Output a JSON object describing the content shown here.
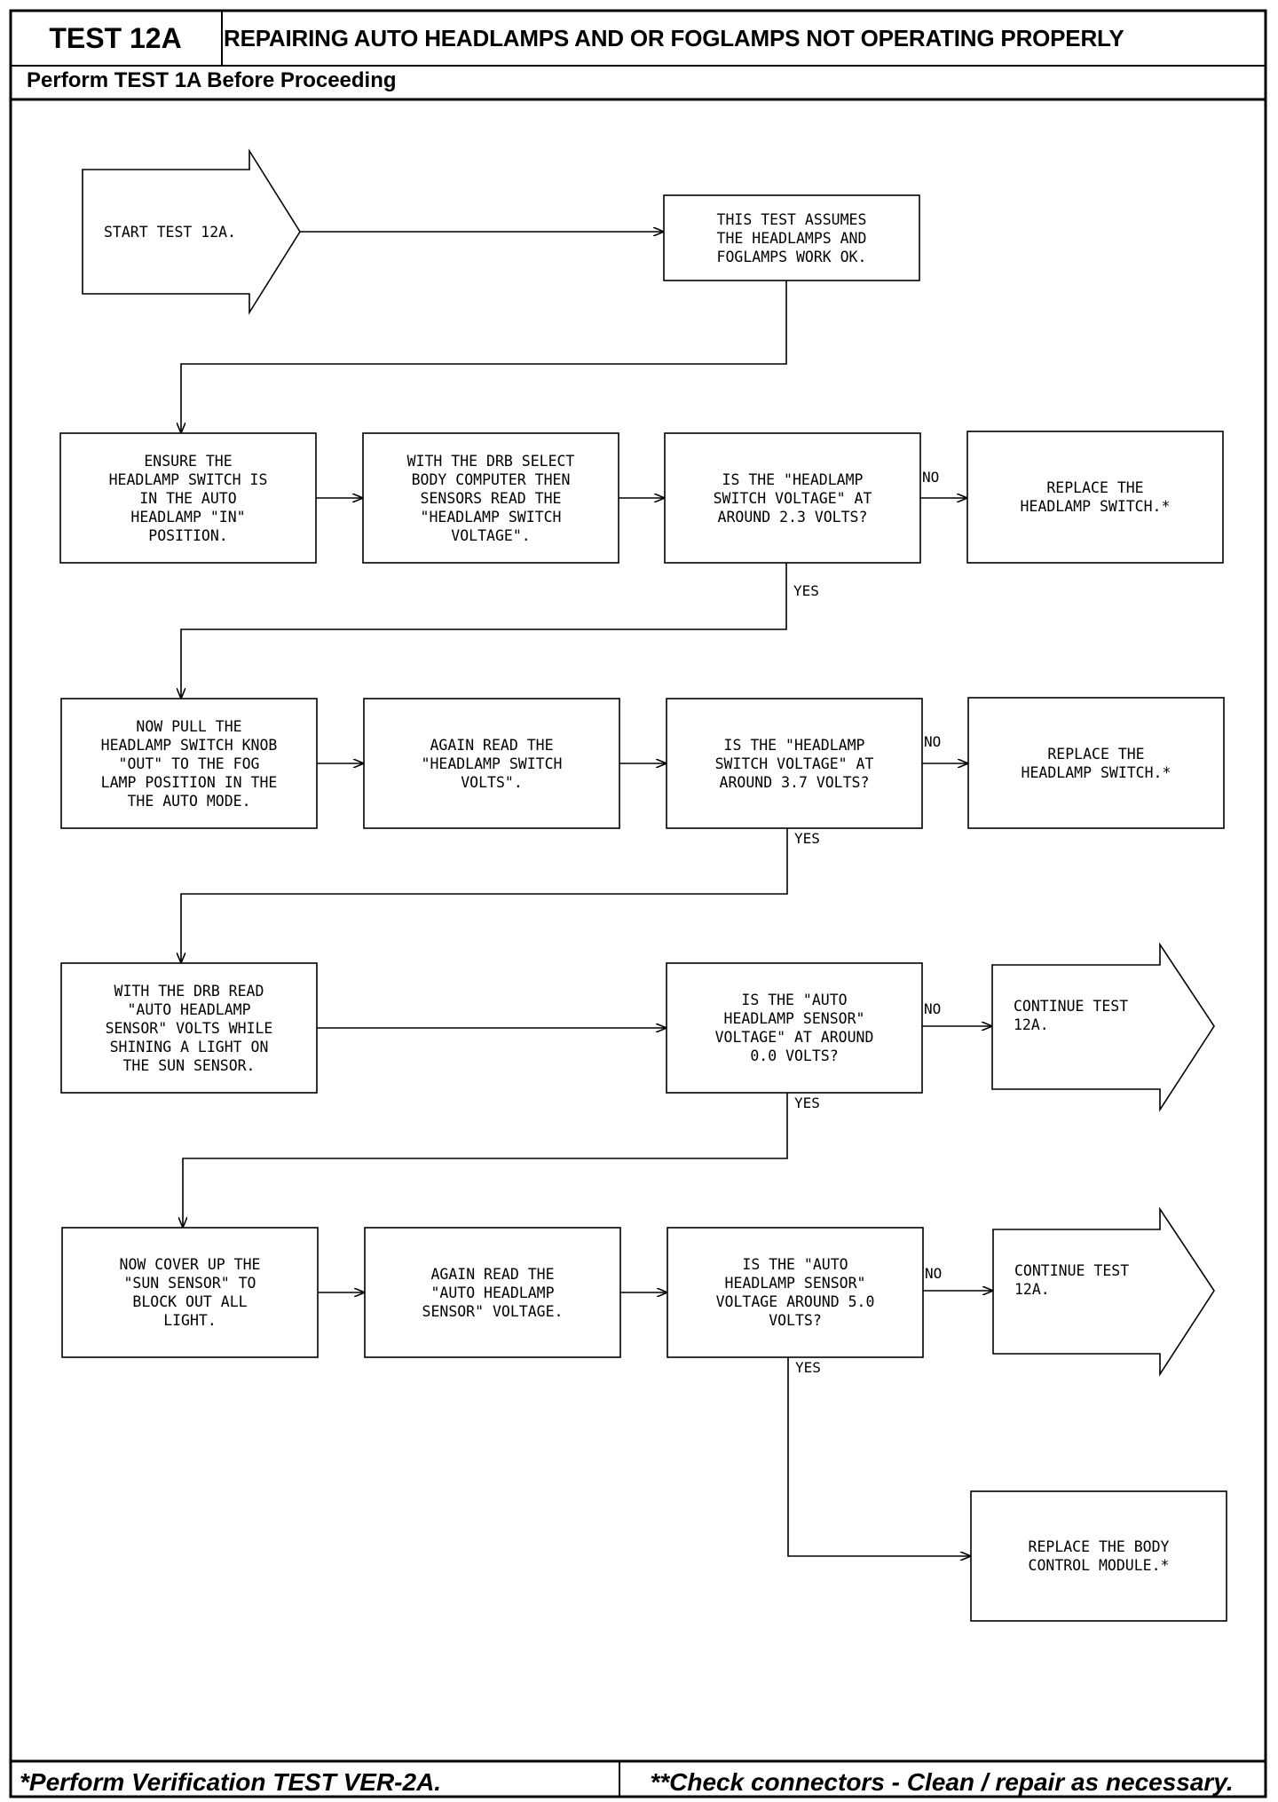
{
  "header": {
    "test_id": "TEST 12A",
    "title": "REPAIRING AUTO HEADLAMPS AND OR FOGLAMPS NOT OPERATING PROPERLY",
    "prerequisite": "Perform TEST 1A Before Proceeding"
  },
  "flowchart": {
    "nodes": {
      "start": "START TEST 12A.",
      "assumption": "THIS TEST ASSUMES\nTHE HEADLAMPS AND\nFOGLAMPS WORK OK.",
      "ensure_auto": "ENSURE THE\nHEADLAMP SWITCH IS\nIN THE AUTO\nHEADLAMP \"IN\"\nPOSITION.",
      "drb_select": "WITH THE DRB SELECT\nBODY COMPUTER THEN\nSENSORS READ THE\n\"HEADLAMP SWITCH\nVOLTAGE\".",
      "check_2_3": "IS THE \"HEADLAMP\nSWITCH VOLTAGE\" AT\nAROUND 2.3 VOLTS?",
      "replace_switch_1": "REPLACE THE\nHEADLAMP SWITCH.*",
      "pull_knob": "NOW PULL THE\nHEADLAMP SWITCH KNOB\n\"OUT\" TO THE FOG\nLAMP POSITION IN THE\nTHE AUTO MODE.",
      "read_switch_volts": "AGAIN READ THE\n\"HEADLAMP SWITCH\nVOLTS\".",
      "check_3_7": "IS THE \"HEADLAMP\nSWITCH VOLTAGE\" AT\nAROUND 3.7 VOLTS?",
      "replace_switch_2": "REPLACE THE\nHEADLAMP SWITCH.*",
      "drb_sun_light": "WITH THE DRB READ\n\"AUTO HEADLAMP\nSENSOR\" VOLTS WHILE\nSHINING A LIGHT ON\nTHE SUN SENSOR.",
      "check_0_0": "IS THE \"AUTO\nHEADLAMP SENSOR\"\nVOLTAGE\" AT AROUND\n0.0 VOLTS?",
      "continue_1": "CONTINUE TEST\n12A.",
      "cover_sensor": "NOW COVER UP THE\n\"SUN SENSOR\" TO\nBLOCK OUT ALL\nLIGHT.",
      "read_sensor_voltage": "AGAIN READ THE\n\"AUTO HEADLAMP\nSENSOR\" VOLTAGE.",
      "check_5_0": "IS THE \"AUTO\nHEADLAMP SENSOR\"\nVOLTAGE AROUND 5.0\nVOLTS?",
      "continue_2": "CONTINUE TEST\n12A.",
      "replace_bcm": "REPLACE THE BODY\nCONTROL MODULE.*"
    },
    "labels": {
      "no": "NO",
      "yes": "YES"
    }
  },
  "footer": {
    "verification": "*Perform Verification TEST VER-2A.",
    "connectors": "**Check connectors - Clean / repair as necessary."
  }
}
